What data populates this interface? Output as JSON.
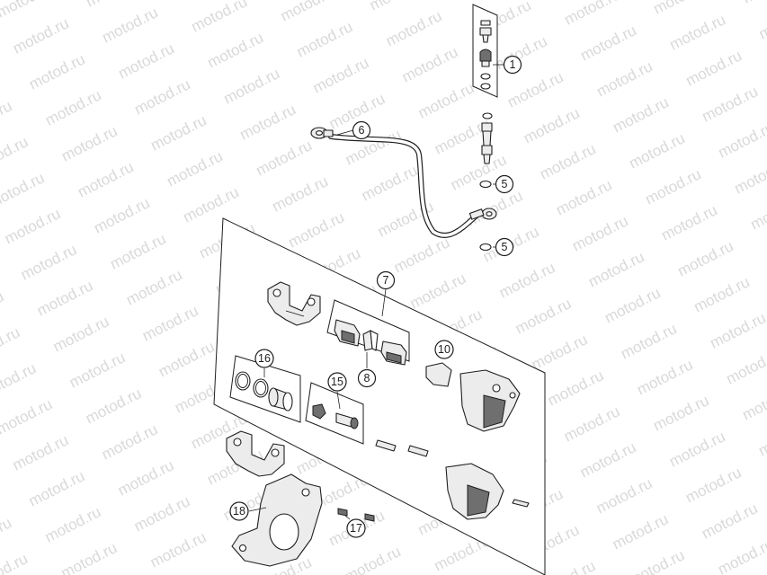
{
  "watermark": {
    "text": "motod.ru"
  },
  "callouts": {
    "c1": "1",
    "c5a": "5",
    "c5b": "5",
    "c6": "6",
    "c7": "7",
    "c8": "8",
    "c10": "10",
    "c15": "15",
    "c16": "16",
    "c17": "17",
    "c18": "18"
  }
}
